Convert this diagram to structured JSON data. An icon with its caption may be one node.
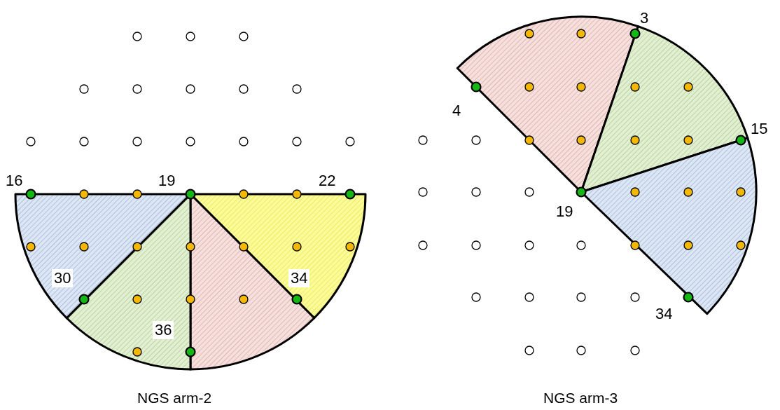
{
  "diagram": {
    "labels": [
      "16",
      "19",
      "22",
      "30",
      "34",
      "36",
      "NGS arm-2",
      "3",
      "4",
      "15",
      "19",
      "34",
      "NGS arm-3"
    ]
  }
}
